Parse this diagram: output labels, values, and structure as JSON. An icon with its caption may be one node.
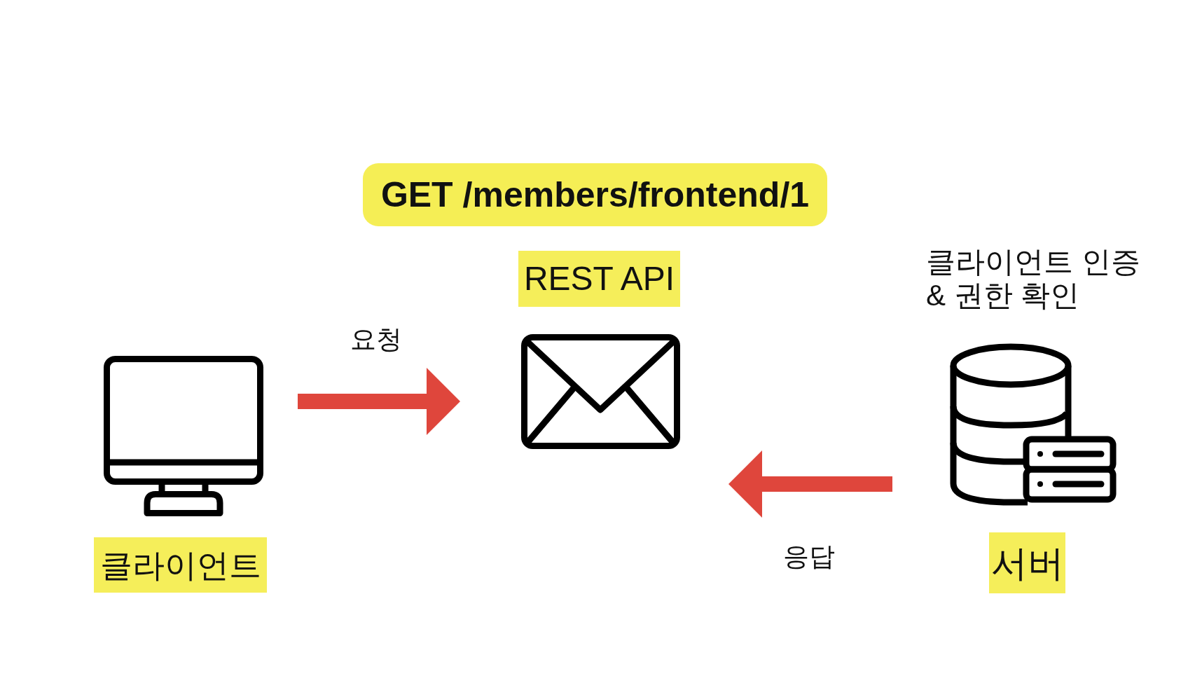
{
  "diagram": {
    "nodes": [
      {
        "text": [],
        "shape": "picture",
        "beside": [
          "클라이언트"
        ]
      },
      {
        "text": [
          "GET /members/frontend/1"
        ]
      },
      {
        "text": [],
        "shape": "picture",
        "beside": [
          "REST API"
        ]
      },
      {
        "text": [],
        "shape": "picture",
        "beside": [
          "클라이언트 인증 & 권한 확인",
          "서버"
        ]
      }
    ],
    "edges": [
      {
        "from": 0,
        "to": 2,
        "arrow": "to",
        "label": "요청"
      },
      {
        "from": 3,
        "to": 2,
        "arrow": "to",
        "label": "응답"
      }
    ]
  }
}
